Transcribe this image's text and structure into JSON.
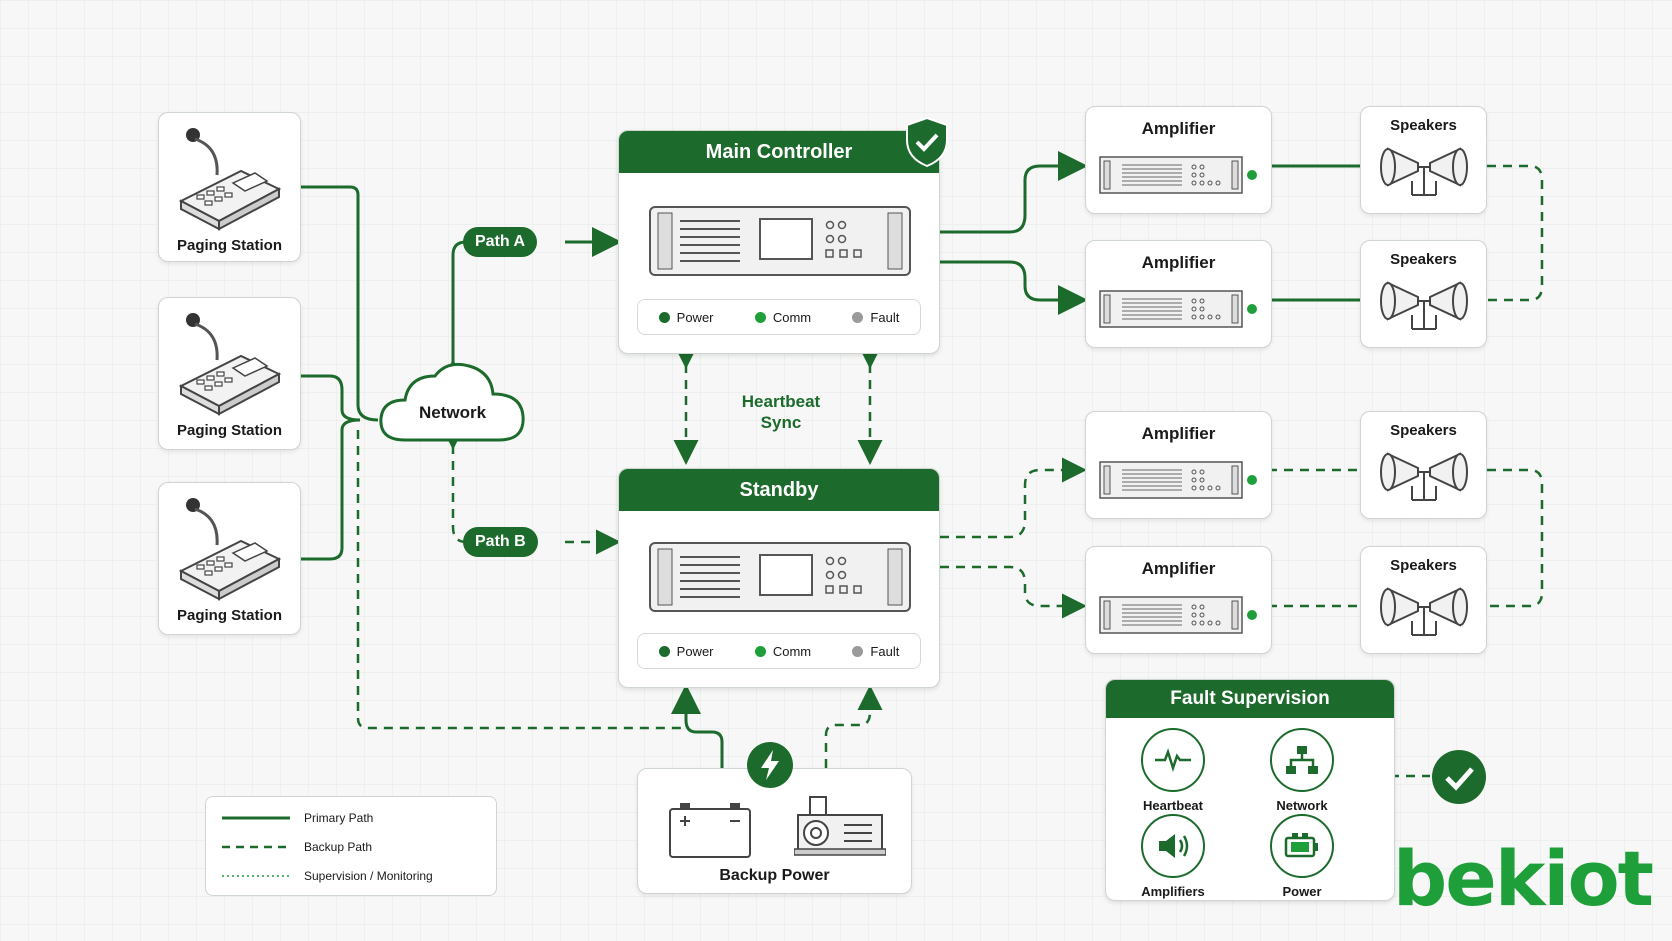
{
  "paging_stations": [
    "Paging Station",
    "Paging Station",
    "Paging Station"
  ],
  "network_label": "Network",
  "path_a_label": "Path A",
  "path_b_label": "Path B",
  "main_controller": {
    "title": "Main Controller",
    "status": [
      "Power",
      "Comm",
      "Fault"
    ]
  },
  "standby": {
    "title": "Standby",
    "status": [
      "Power",
      "Comm",
      "Fault"
    ]
  },
  "heartbeat_label": "Heartbeat\nSync",
  "amplifiers": [
    "Amplifier",
    "Amplifier",
    "Amplifier",
    "Amplifier"
  ],
  "speakers": [
    "Speakers",
    "Speakers",
    "Speakers",
    "Speakers"
  ],
  "backup_power_label": "Backup Power",
  "legend": {
    "primary": "Primary Path",
    "backup": "Backup Path",
    "supervision": "Supervision / Monitoring"
  },
  "fault_supervision": {
    "title": "Fault Supervision",
    "items": [
      "Heartbeat",
      "Network",
      "Amplifiers",
      "Power"
    ]
  },
  "logo_text": "bekiot",
  "colors": {
    "primary_green": "#1c6b2c",
    "accent_green": "#1f9f3a",
    "fault_gray": "#9a9a9a"
  }
}
